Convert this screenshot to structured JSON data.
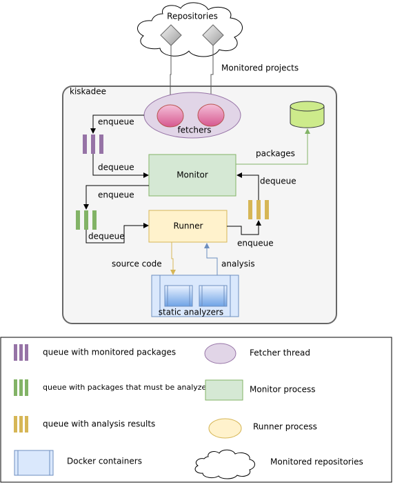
{
  "diagram": {
    "repositories_label": "Repositories",
    "monitored_projects_label": "Monitored projects",
    "kiskadee_label": "kiskadee",
    "fetchers_label": "fetchers",
    "monitor_label": "Monitor",
    "runner_label": "Runner",
    "static_analyzers_label": "static analyzers",
    "packages_label": "packages",
    "enqueue_fetchers": "enqueue",
    "dequeue_monitor": "dequeue",
    "enqueue_monitor": "enqueue",
    "dequeue_runner": "dequeue",
    "enqueue_runner": "enqueue",
    "dequeue_results": "dequeue",
    "source_code_label": "source code",
    "analysis_label": "analysis"
  },
  "legend": {
    "queue_monitored": "queue with monitored packages",
    "queue_analyze": "queue with packages that must be analyzed",
    "queue_results": "queue with analysis results",
    "docker": "Docker containers",
    "fetcher_thread": "Fetcher thread",
    "monitor_process": "Monitor process",
    "runner_process": "Runner process",
    "monitored_repositories": "Monitored repositories"
  },
  "colors": {
    "purple_queue": "#9673a6",
    "green_queue": "#82b366",
    "yellow_queue": "#d6b656",
    "fetcher_fill": "#e1d5e7",
    "monitor_fill": "#d5e8d4",
    "runner_fill": "#fff2cc",
    "container_fill": "#dae8fc",
    "db_fill": "#cdeb8b"
  }
}
